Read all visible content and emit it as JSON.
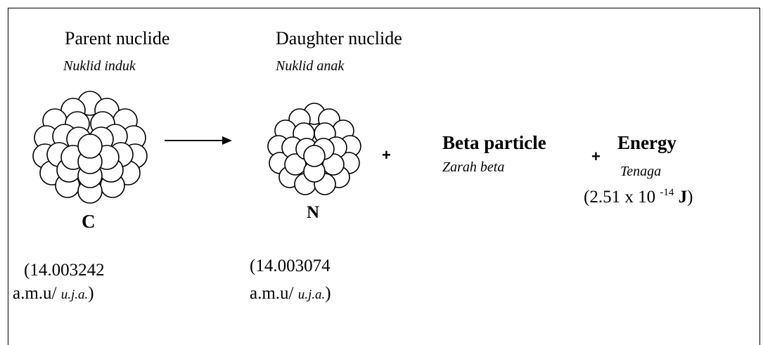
{
  "parent": {
    "title": "Parent nuclide",
    "subtitle": "Nuklid induk",
    "symbol": "C",
    "mass_value": "(14.003242",
    "mass_unit": "a.m.u/",
    "mass_unit_italic": "u.j.a.",
    "mass_close": ")"
  },
  "daughter": {
    "title": "Daughter nuclide",
    "subtitle": "Nuklid  anak",
    "symbol": "N",
    "mass_value": "(14.003074",
    "mass_unit": "a.m.u/",
    "mass_unit_italic": "u.j.a.",
    "mass_close": ")"
  },
  "plus_sign": "+",
  "beta": {
    "title": "Beta particle",
    "subtitle": "Zarah beta"
  },
  "energy": {
    "title": "Energy",
    "subtitle": "Tenaga",
    "value_prefix": "(2.51 x 10",
    "exponent": "-14",
    "unit": "J",
    "value_close": ")"
  }
}
